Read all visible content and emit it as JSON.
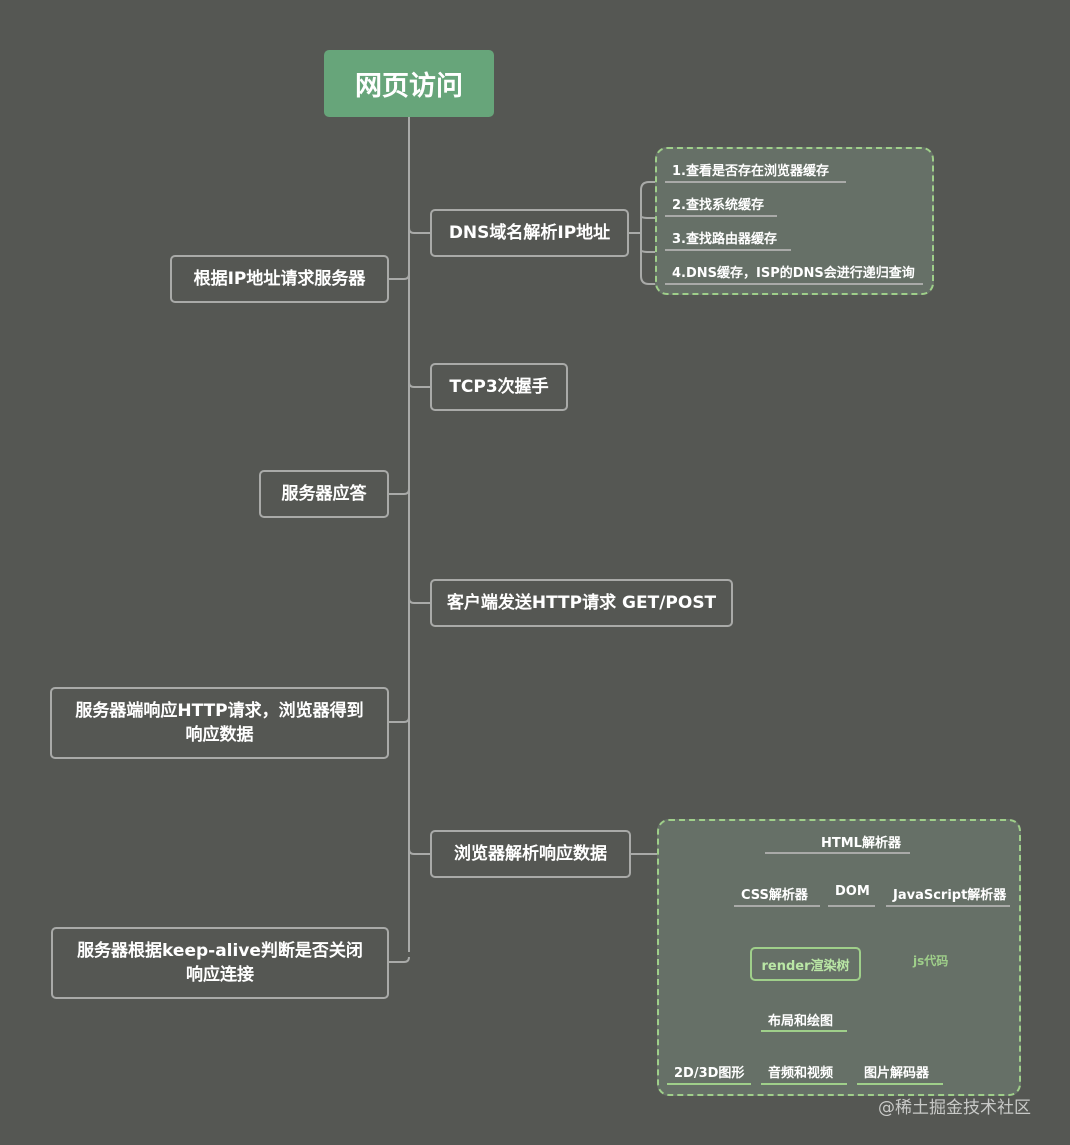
{
  "root": {
    "label": "网页访问"
  },
  "branches": {
    "dns": "DNS域名解析IP地址",
    "request_server": "根据IP地址请求服务器",
    "tcp": "TCP3次握手",
    "server_reply": "服务器应答",
    "client_send": "客户端发送HTTP请求 GET/POST",
    "server_respond": "服务器端响应HTTP请求，浏览器得到响应数据",
    "browser_parse": "浏览器解析响应数据",
    "keep_alive": "服务器根据keep-alive判断是否关闭响应连接"
  },
  "dns_steps": [
    "1.查看是否存在浏览器缓存",
    "2.查找系统缓存",
    "3.查找路由器缓存",
    "4.DNS缓存，ISP的DNS会进行递归查询"
  ],
  "parse_steps": {
    "html_parser": "HTML解析器",
    "css_parser": "CSS解析器",
    "dom": "DOM",
    "js_parser": "JavaScript解析器",
    "render_tree": "render渲染树",
    "js_code": "js代码",
    "layout": "布局和绘图",
    "graphics": "2D/3D图形",
    "media": "音频和视频",
    "image_decoder": "图片解码器"
  },
  "watermark": "@稀土掘金技术社区",
  "colors": {
    "background": "#555753",
    "root_fill": "#67a57a",
    "node_border": "#a9aaa8",
    "group_fill": "#667067",
    "group_border": "#9fcf8a",
    "accent_green": "#9fcf8a"
  }
}
